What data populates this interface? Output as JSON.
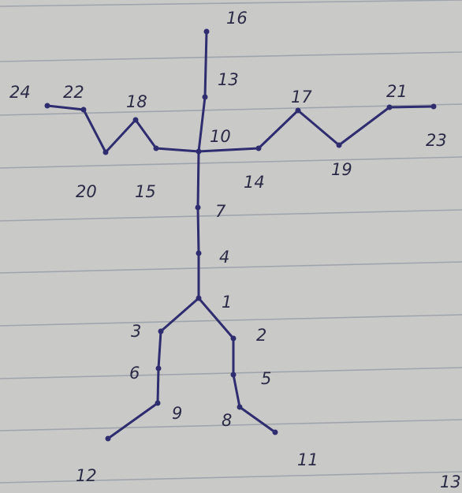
{
  "nodes": [
    {
      "id": "1",
      "text": "1"
    },
    {
      "id": "2",
      "text": "2"
    },
    {
      "id": "3",
      "text": "3"
    },
    {
      "id": "4",
      "text": "4"
    },
    {
      "id": "5",
      "text": "5"
    },
    {
      "id": "6",
      "text": "6"
    },
    {
      "id": "7",
      "text": "7"
    },
    {
      "id": "8",
      "text": "8"
    },
    {
      "id": "9",
      "text": "9"
    },
    {
      "id": "10",
      "text": "10"
    },
    {
      "id": "11",
      "text": "11"
    },
    {
      "id": "12",
      "text": "12"
    },
    {
      "id": "13",
      "text": "13"
    },
    {
      "id": "14",
      "text": "14"
    },
    {
      "id": "15",
      "text": "15"
    },
    {
      "id": "16",
      "text": "16"
    },
    {
      "id": "17",
      "text": "17"
    },
    {
      "id": "18",
      "text": "18"
    },
    {
      "id": "19",
      "text": "19"
    },
    {
      "id": "20",
      "text": "20"
    },
    {
      "id": "21",
      "text": "21"
    },
    {
      "id": "22",
      "text": "22"
    },
    {
      "id": "23",
      "text": "23"
    },
    {
      "id": "24",
      "text": "24"
    }
  ],
  "edges": [
    [
      "16",
      "13"
    ],
    [
      "13",
      "10"
    ],
    [
      "10",
      "7"
    ],
    [
      "7",
      "4"
    ],
    [
      "4",
      "1"
    ],
    [
      "1",
      "2"
    ],
    [
      "1",
      "3"
    ],
    [
      "2",
      "5"
    ],
    [
      "5",
      "8"
    ],
    [
      "8",
      "11"
    ],
    [
      "3",
      "6"
    ],
    [
      "6",
      "9"
    ],
    [
      "9",
      "12"
    ],
    [
      "10",
      "14"
    ],
    [
      "14",
      "17"
    ],
    [
      "17",
      "19"
    ],
    [
      "19",
      "21"
    ],
    [
      "21",
      "23"
    ],
    [
      "10",
      "15"
    ],
    [
      "15",
      "18"
    ],
    [
      "18",
      "20"
    ],
    [
      "20",
      "22"
    ],
    [
      "22",
      "24"
    ]
  ],
  "page_number": "13",
  "colors": {
    "ink": "#2f2d6f",
    "paper": "#c9c9c7",
    "rule": "#7f8696"
  }
}
